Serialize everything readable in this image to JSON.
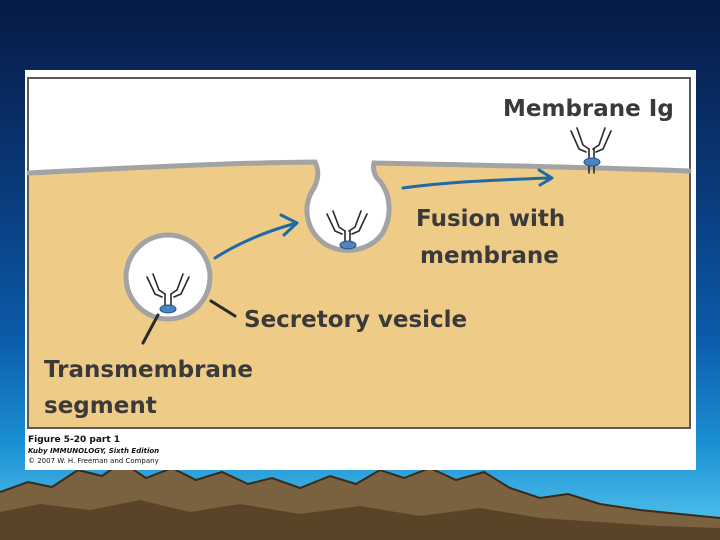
{
  "labels": {
    "membrane_ig": "Membrane Ig",
    "fusion_line1": "Fusion with",
    "fusion_line2": "membrane",
    "secretory_vesicle": "Secretory vesicle",
    "transmembrane_line1": "Transmembrane",
    "transmembrane_line2": "segment"
  },
  "caption": {
    "figure": "Figure 5-20 part 1",
    "book": "Kuby IMMUNOLOGY, Sixth Edition",
    "copyright": "© 2007 W. H. Freeman and Company"
  },
  "colors": {
    "cytoplasm": "#eecb86",
    "membrane": "#a3a3a3",
    "arrow": "#1f6aa6",
    "anchor": "#4a86c0",
    "label_text": "#3a3a3a",
    "panel_border": "#5a5a5a"
  }
}
